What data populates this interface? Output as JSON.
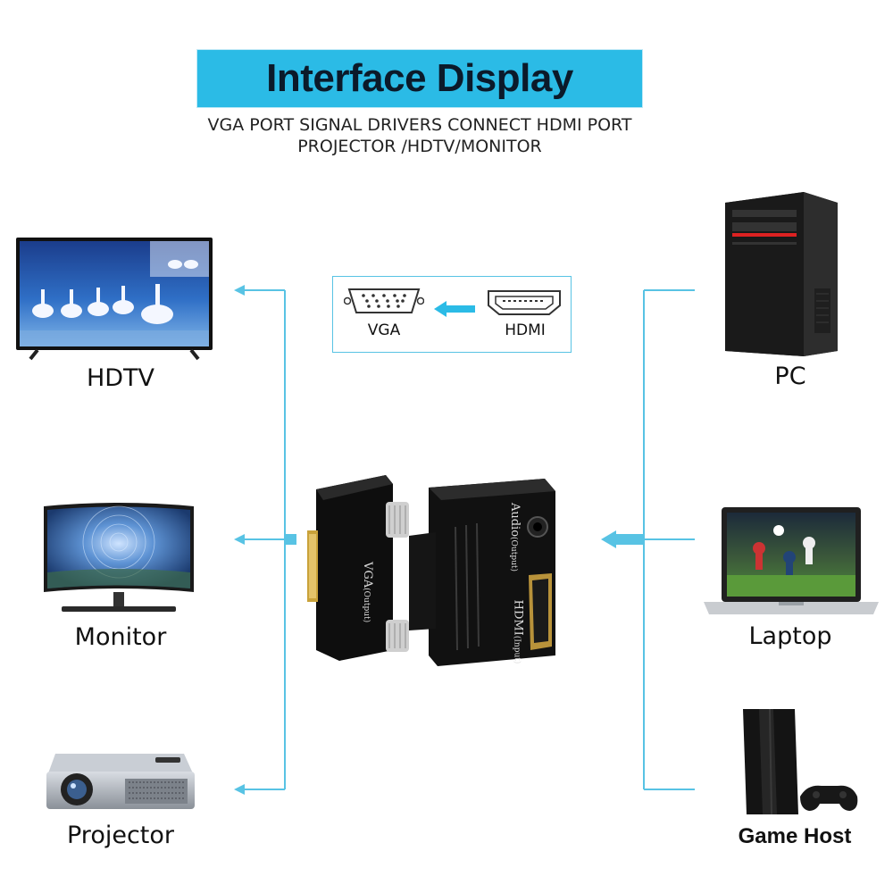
{
  "header": {
    "title": "Interface Display",
    "subtitle_line1": "VGA PORT SIGNAL DRIVERS CONNECT HDMI PORT",
    "subtitle_line2": "PROJECTOR /HDTV/MONITOR"
  },
  "diagram": {
    "vga_label": "VGA",
    "hdmi_label": "HDMI"
  },
  "adapter": {
    "vga_port_label": "VGA",
    "vga_port_sub": "(Output)",
    "audio_label": "Audio",
    "audio_sub": "(Output)",
    "hdmi_port_label": "HDMI",
    "hdmi_port_sub": "(Input)"
  },
  "outputs": [
    {
      "label": "HDTV"
    },
    {
      "label": "Monitor"
    },
    {
      "label": "Projector"
    }
  ],
  "inputs": [
    {
      "label": "PC"
    },
    {
      "label": "Laptop"
    },
    {
      "label": "Game Host"
    }
  ],
  "colors": {
    "accent": "#2bbbe6",
    "line": "#58c3e4",
    "dark": "#0b1a2a"
  }
}
